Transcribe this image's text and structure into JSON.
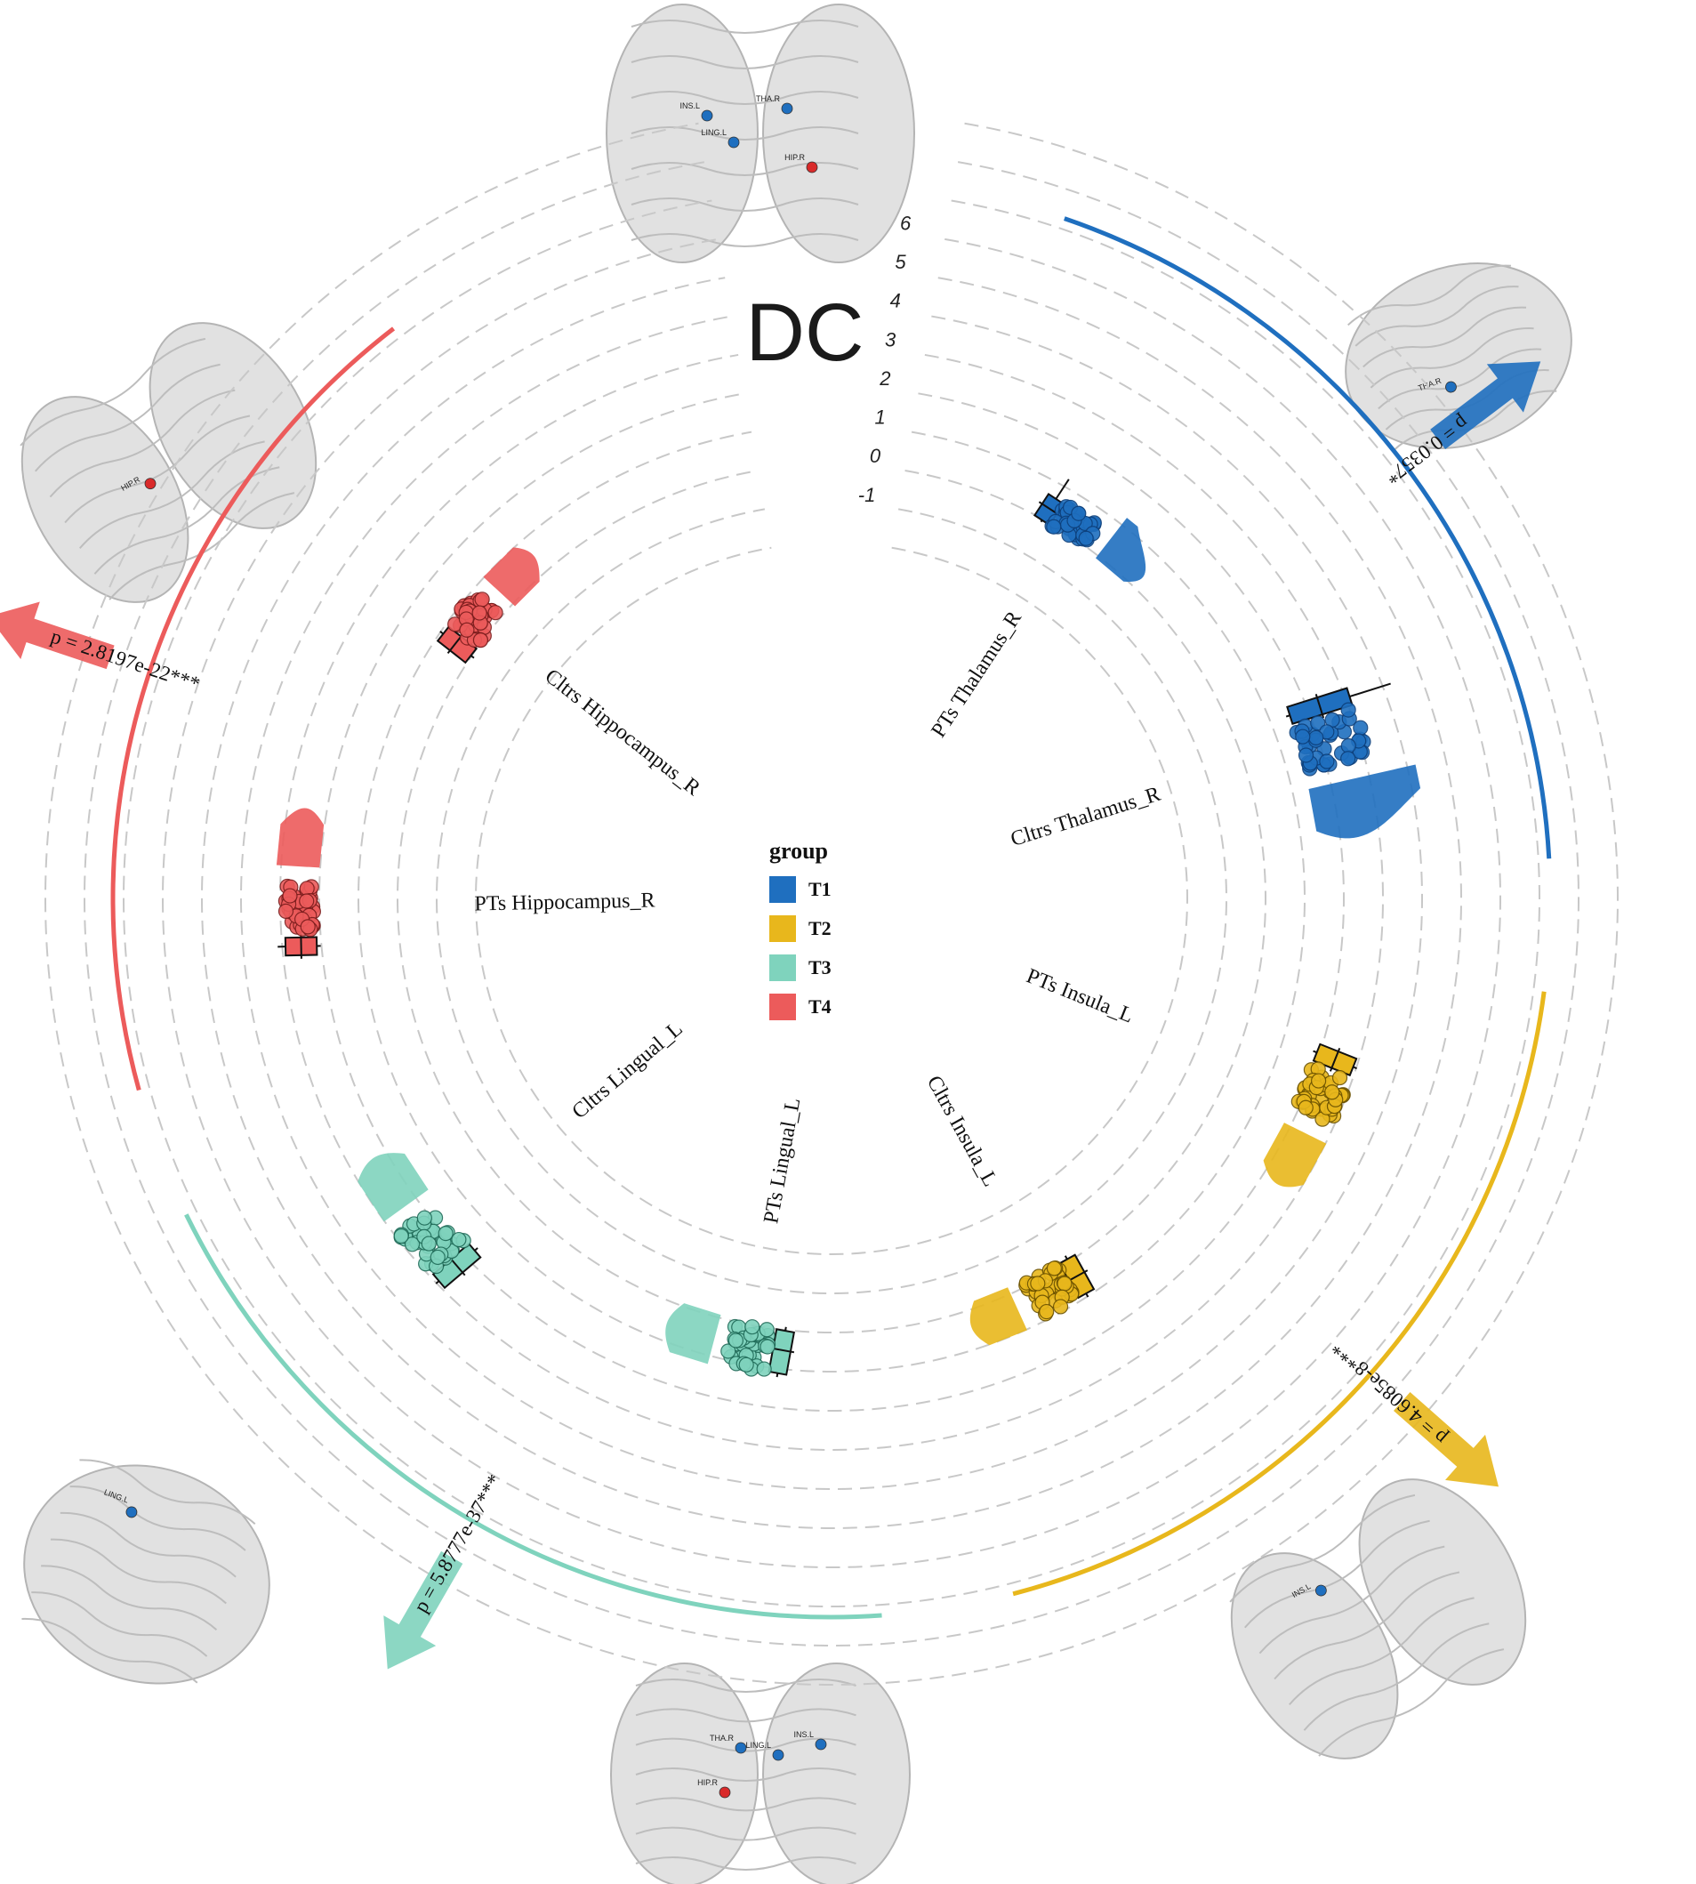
{
  "chart_data": {
    "type": "circular-raincloud",
    "title": "DC",
    "radial_axis": {
      "ticks": [
        "6",
        "5",
        "4",
        "3",
        "2",
        "1",
        "0",
        "-1"
      ],
      "range": [
        -1,
        6
      ]
    },
    "legend": {
      "title": "group",
      "placement": "center",
      "items": [
        {
          "label": "T1",
          "color": "#1f6fbf"
        },
        {
          "label": "T2",
          "color": "#e8b71c"
        },
        {
          "label": "T3",
          "color": "#7fd3bd"
        },
        {
          "label": "T4",
          "color": "#ec5b5b"
        }
      ]
    },
    "categories": [
      {
        "label": "PTs Thalamus_R",
        "group": "T1",
        "median": 0.0,
        "q1": -0.35,
        "q3": 0.3,
        "min": -0.4,
        "max": 0.9
      },
      {
        "label": "Cltrs Thalamus_R",
        "group": "T1",
        "median": 2.0,
        "q1": 1.2,
        "q3": 2.8,
        "min": 1.1,
        "max": 3.9
      },
      {
        "label": "PTs Insula_L",
        "group": "T2",
        "median": 2.1,
        "q1": 1.6,
        "q3": 2.6,
        "min": 1.5,
        "max": 2.7
      },
      {
        "label": "Cltrs Insula_L",
        "group": "T2",
        "median": 0.1,
        "q1": -0.4,
        "q3": 0.6,
        "min": -0.5,
        "max": 0.7
      },
      {
        "label": "PTs Lingual_L",
        "group": "T3",
        "median": 0.2,
        "q1": -0.3,
        "q3": 0.8,
        "min": -0.4,
        "max": 0.9
      },
      {
        "label": "Cltrs Lingual_L",
        "group": "T3",
        "median": 2.0,
        "q1": 1.4,
        "q3": 2.6,
        "min": 1.3,
        "max": 2.7
      },
      {
        "label": "PTs Hippocampus_R",
        "group": "T4",
        "median": 2.2,
        "q1": 1.8,
        "q3": 2.6,
        "min": 1.7,
        "max": 2.8
      },
      {
        "label": "Cltrs Hippocampus_R",
        "group": "T4",
        "median": 0.2,
        "q1": -0.3,
        "q3": 0.6,
        "min": -0.4,
        "max": 0.7
      }
    ],
    "p_values": [
      {
        "group": "T1",
        "text": "p = 0.0357*"
      },
      {
        "group": "T2",
        "text": "p = 4.6085e-8***"
      },
      {
        "group": "T3",
        "text": "p = 5.8777e-37***"
      },
      {
        "group": "T4",
        "text": "p = 2.8197e-22***"
      }
    ],
    "grid": true
  },
  "brain_images": [
    {
      "position": "top",
      "rois": [
        "INS.L",
        "THA.R",
        "LING.L",
        "HIP.R"
      ]
    },
    {
      "position": "top-right",
      "rois": [
        "THA.R"
      ]
    },
    {
      "position": "bottom-right",
      "rois": [
        "INS.L"
      ]
    },
    {
      "position": "bottom",
      "rois": [
        "THA.R",
        "LING.L",
        "INS.L",
        "HIP.R"
      ]
    },
    {
      "position": "bottom-left",
      "rois": [
        "LING.L"
      ]
    },
    {
      "position": "top-left",
      "rois": [
        "HIP.R"
      ]
    }
  ]
}
